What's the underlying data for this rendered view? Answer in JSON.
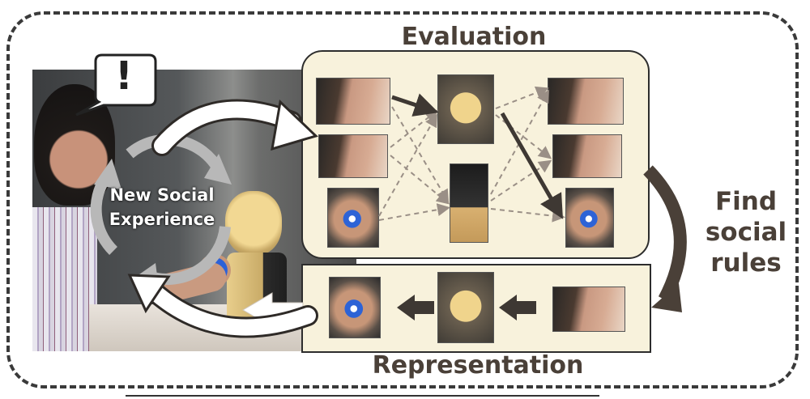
{
  "labels": {
    "top": "Evaluation",
    "bottom": "Representation",
    "side": [
      "Find",
      "social",
      "rules"
    ],
    "cycle": [
      "New Social",
      "Experience"
    ],
    "alert": "!"
  },
  "colors": {
    "panel_fill": "#f8f2dc",
    "arrow_dark": "#4a4038",
    "cycle_gray": "#b8b8b8",
    "dashed_arrow": "#9a8f86"
  }
}
